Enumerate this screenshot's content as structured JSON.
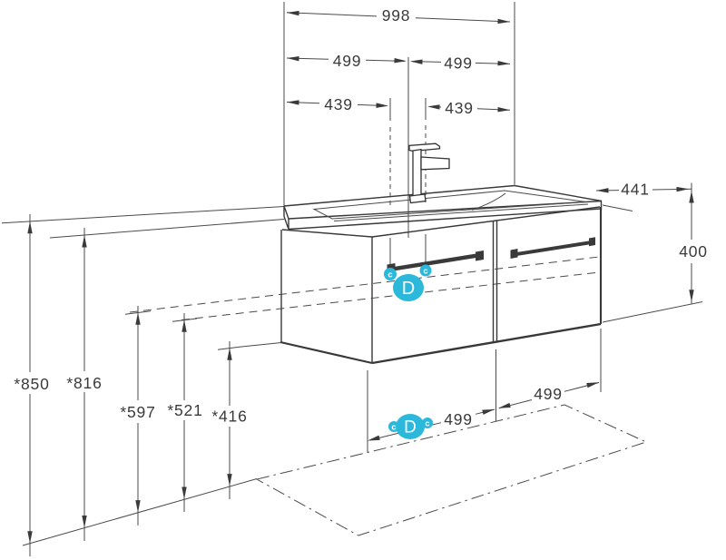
{
  "colors": {
    "accent": "#2cb8da",
    "line": "#3a3a3a"
  },
  "dimensions": {
    "top": {
      "total_width": "998",
      "left_half": "499",
      "right_half": "499",
      "left_center": "439",
      "right_center": "439"
    },
    "right": {
      "depth": "441",
      "height": "400"
    },
    "left_heights": {
      "worktop_height": "*850",
      "cabinet_top_height": "*816",
      "upper_mount_height": "*597",
      "lower_mount_height": "*521",
      "cabinet_bottom_height": "*416"
    },
    "bottom": {
      "left_half": "499",
      "right_half": "499"
    }
  },
  "callouts": {
    "handle_marker": "D",
    "floor_marker": "D",
    "screw_marker": "c"
  }
}
